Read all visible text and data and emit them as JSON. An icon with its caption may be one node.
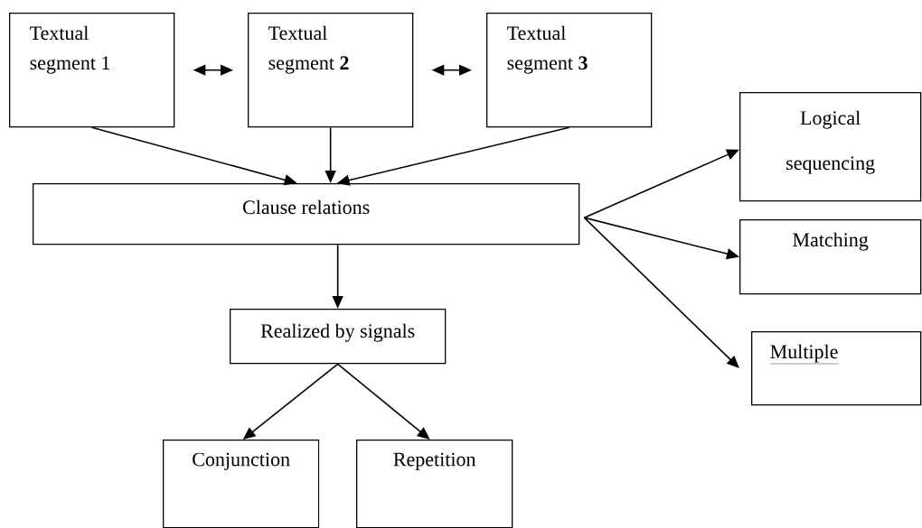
{
  "diagram": {
    "nodes": [
      {
        "text": [
          "Textual segment 1"
        ]
      },
      {
        "text": [
          "Textual segment **2**"
        ]
      },
      {
        "text": [
          "Textual segment **3**"
        ]
      },
      {
        "text": [
          "Clause relations"
        ]
      },
      {
        "text": [
          "Logical sequencing"
        ]
      },
      {
        "text": [
          "Matching"
        ]
      },
      {
        "text": [
          "Multiple"
        ]
      },
      {
        "text": [
          "Realized by signals"
        ]
      },
      {
        "text": [
          "Conjunction"
        ]
      },
      {
        "text": [
          "Repetition"
        ]
      }
    ],
    "edges": [
      {
        "from": 0,
        "to": 1,
        "arrow": "both"
      },
      {
        "from": 1,
        "to": 2,
        "arrow": "both"
      },
      {
        "from": 0,
        "to": 3,
        "arrow": "to"
      },
      {
        "from": 1,
        "to": 3,
        "arrow": "to"
      },
      {
        "from": 2,
        "to": 3,
        "arrow": "to"
      },
      {
        "from": 3,
        "to": 4,
        "arrow": "to"
      },
      {
        "from": 3,
        "to": 5,
        "arrow": "to"
      },
      {
        "from": 3,
        "to": 6,
        "arrow": "to"
      },
      {
        "from": 3,
        "to": 7,
        "arrow": "to"
      },
      {
        "from": 7,
        "to": 8,
        "arrow": "to"
      },
      {
        "from": 7,
        "to": 9,
        "arrow": "to"
      }
    ]
  }
}
